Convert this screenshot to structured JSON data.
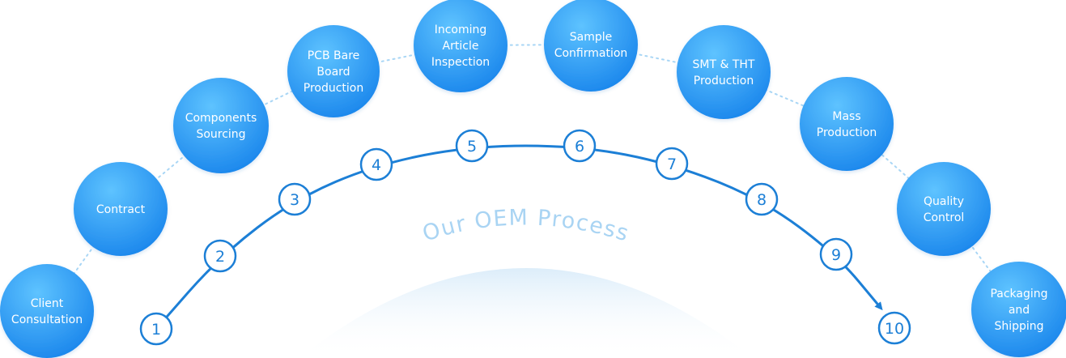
{
  "title": "Our OEM Process",
  "colors": {
    "bubble_light": "#5ec3ff",
    "bubble_dark": "#1a86ec",
    "arc_line": "#1c7fd6",
    "number_text": "#1c7fd6",
    "dotted_line": "#a9d6f5",
    "title_text": "#a9d4f3",
    "dome": "#dcedfa"
  },
  "steps": [
    {
      "number": "1",
      "lines": [
        "Client",
        "Consultation"
      ]
    },
    {
      "number": "2",
      "lines": [
        "Contract"
      ]
    },
    {
      "number": "3",
      "lines": [
        "Components",
        "Sourcing"
      ]
    },
    {
      "number": "4",
      "lines": [
        "PCB Bare",
        "Board",
        "Production"
      ]
    },
    {
      "number": "5",
      "lines": [
        "Incoming",
        "Article",
        "Inspection"
      ]
    },
    {
      "number": "6",
      "lines": [
        "Sample",
        "Confirmation"
      ]
    },
    {
      "number": "7",
      "lines": [
        "SMT & THT",
        "Production"
      ]
    },
    {
      "number": "8",
      "lines": [
        "Mass",
        "Production"
      ]
    },
    {
      "number": "9",
      "lines": [
        "Quality",
        "Control"
      ]
    },
    {
      "number": "10",
      "lines": [
        "Packaging",
        "and",
        "Shipping"
      ]
    }
  ]
}
